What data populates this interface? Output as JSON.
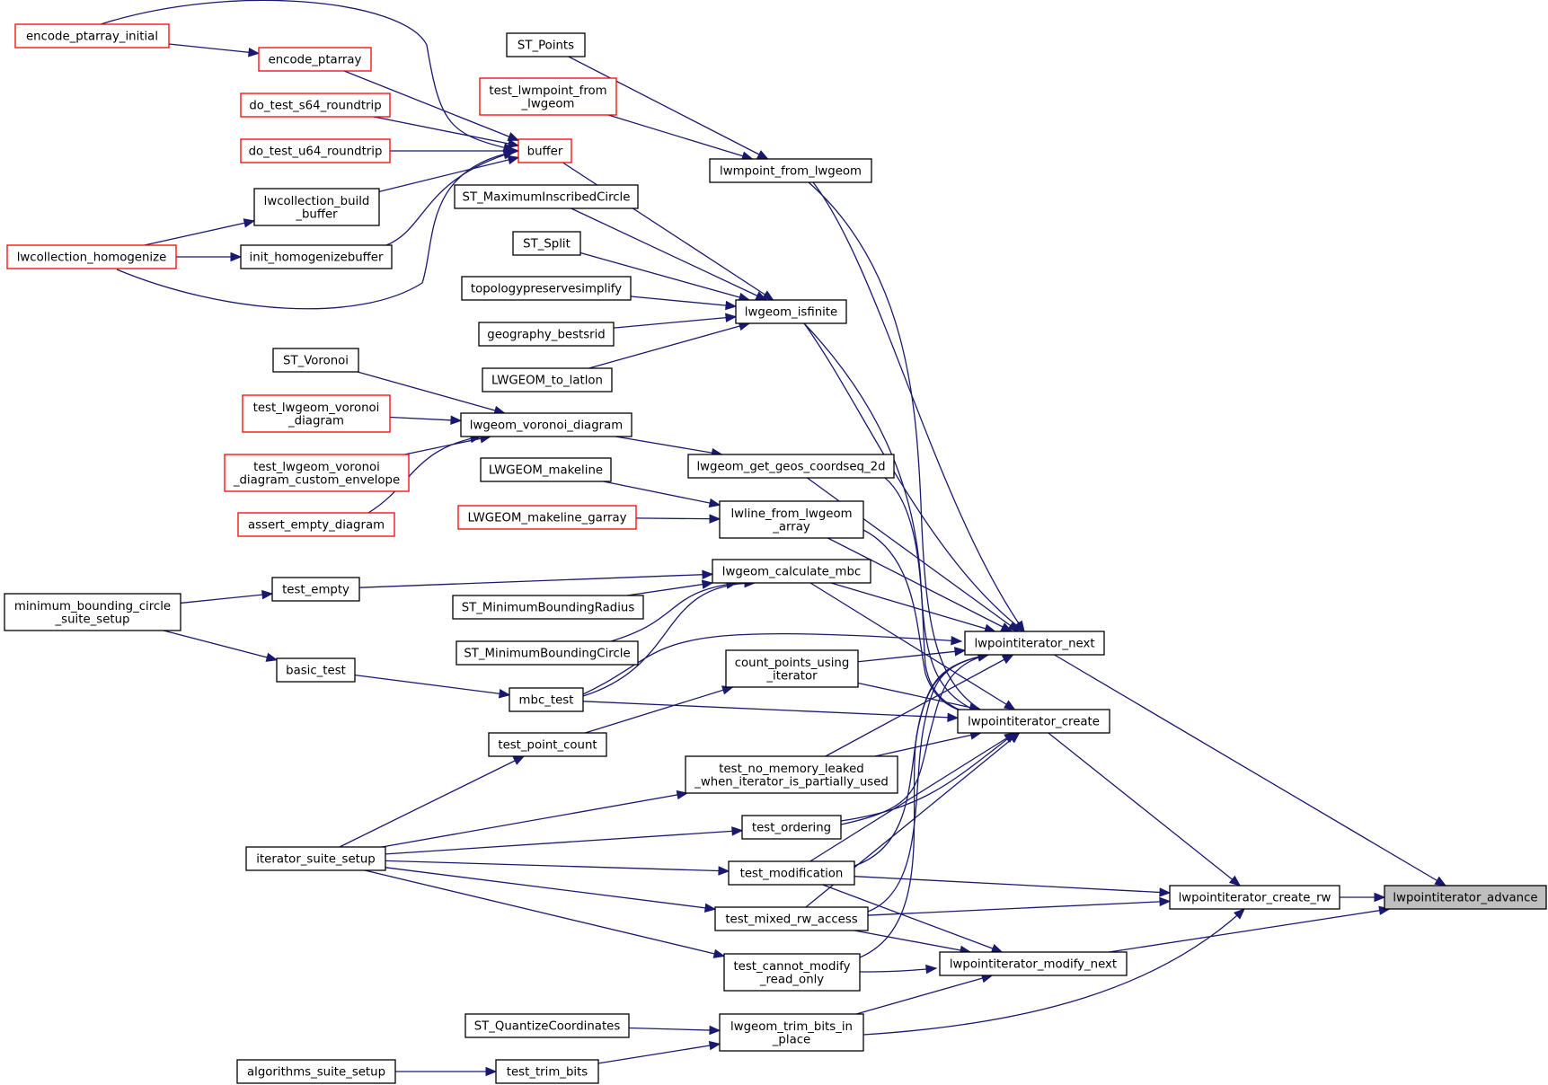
{
  "graph": {
    "nodes": [
      {
        "id": "n_advance",
        "lines": [
          "lwpointiterator_advance"
        ],
        "kind": "root"
      },
      {
        "id": "n_next",
        "lines": [
          "lwpointiterator_next"
        ],
        "kind": "normal"
      },
      {
        "id": "n_create_rw",
        "lines": [
          "lwpointiterator_create_rw"
        ],
        "kind": "normal"
      },
      {
        "id": "n_modify_next",
        "lines": [
          "lwpointiterator_modify_next"
        ],
        "kind": "normal"
      },
      {
        "id": "n_create",
        "lines": [
          "lwpointiterator_create"
        ],
        "kind": "normal"
      },
      {
        "id": "n_lwmpoint",
        "lines": [
          "lwmpoint_from_lwgeom"
        ],
        "kind": "normal"
      },
      {
        "id": "n_isfinite",
        "lines": [
          "lwgeom_isfinite"
        ],
        "kind": "normal"
      },
      {
        "id": "n_geos",
        "lines": [
          "lwgeom_get_geos_coordseq_2d"
        ],
        "kind": "normal"
      },
      {
        "id": "n_lwline",
        "lines": [
          "lwline_from_lwgeom",
          "_array"
        ],
        "kind": "normal"
      },
      {
        "id": "n_mbc",
        "lines": [
          "lwgeom_calculate_mbc"
        ],
        "kind": "normal"
      },
      {
        "id": "n_count",
        "lines": [
          "count_points_using",
          "_iterator"
        ],
        "kind": "normal"
      },
      {
        "id": "n_mbctest",
        "lines": [
          "mbc_test"
        ],
        "kind": "normal"
      },
      {
        "id": "n_nomem",
        "lines": [
          "test_no_memory_leaked",
          "_when_iterator_is_partially_used"
        ],
        "kind": "normal"
      },
      {
        "id": "n_ordering",
        "lines": [
          "test_ordering"
        ],
        "kind": "normal"
      },
      {
        "id": "n_modification",
        "lines": [
          "test_modification"
        ],
        "kind": "normal"
      },
      {
        "id": "n_mixed",
        "lines": [
          "test_mixed_rw_access"
        ],
        "kind": "normal"
      },
      {
        "id": "n_cannot",
        "lines": [
          "test_cannot_modify",
          "_read_only"
        ],
        "kind": "normal"
      },
      {
        "id": "n_trimbits",
        "lines": [
          "lwgeom_trim_bits_in",
          "_place"
        ],
        "kind": "normal"
      },
      {
        "id": "n_stpoints",
        "lines": [
          "ST_Points"
        ],
        "kind": "normal"
      },
      {
        "id": "n_testmpoint",
        "lines": [
          "test_lwmpoint_from",
          "_lwgeom"
        ],
        "kind": "red"
      },
      {
        "id": "n_buffer",
        "lines": [
          "buffer"
        ],
        "kind": "red"
      },
      {
        "id": "n_encinit",
        "lines": [
          "encode_ptarray_initial"
        ],
        "kind": "red"
      },
      {
        "id": "n_enc",
        "lines": [
          "encode_ptarray"
        ],
        "kind": "red"
      },
      {
        "id": "n_s64",
        "lines": [
          "do_test_s64_roundtrip"
        ],
        "kind": "red"
      },
      {
        "id": "n_u64",
        "lines": [
          "do_test_u64_roundtrip"
        ],
        "kind": "red"
      },
      {
        "id": "n_collbuild",
        "lines": [
          "lwcollection_build",
          "_buffer"
        ],
        "kind": "normal"
      },
      {
        "id": "n_inithomog",
        "lines": [
          "init_homogenizebuffer"
        ],
        "kind": "normal"
      },
      {
        "id": "n_homog",
        "lines": [
          "lwcollection_homogenize"
        ],
        "kind": "red"
      },
      {
        "id": "n_stmic",
        "lines": [
          "ST_MaximumInscribedCircle"
        ],
        "kind": "normal"
      },
      {
        "id": "n_stsplit",
        "lines": [
          "ST_Split"
        ],
        "kind": "normal"
      },
      {
        "id": "n_topo",
        "lines": [
          "topologypreservesimplify"
        ],
        "kind": "normal"
      },
      {
        "id": "n_bestsrid",
        "lines": [
          "geography_bestsrid"
        ],
        "kind": "normal"
      },
      {
        "id": "n_latlon",
        "lines": [
          "LWGEOM_to_latlon"
        ],
        "kind": "normal"
      },
      {
        "id": "n_stvoronoi",
        "lines": [
          "ST_Voronoi"
        ],
        "kind": "normal"
      },
      {
        "id": "n_voronoi",
        "lines": [
          "lwgeom_voronoi_diagram"
        ],
        "kind": "normal"
      },
      {
        "id": "n_testvor",
        "lines": [
          "test_lwgeom_voronoi",
          "_diagram"
        ],
        "kind": "red"
      },
      {
        "id": "n_testvorenv",
        "lines": [
          "test_lwgeom_voronoi",
          "_diagram_custom_envelope"
        ],
        "kind": "red"
      },
      {
        "id": "n_assertempty",
        "lines": [
          "assert_empty_diagram"
        ],
        "kind": "red"
      },
      {
        "id": "n_makeline",
        "lines": [
          "LWGEOM_makeline"
        ],
        "kind": "normal"
      },
      {
        "id": "n_makelinegarray",
        "lines": [
          "LWGEOM_makeline_garray"
        ],
        "kind": "red"
      },
      {
        "id": "n_testempty",
        "lines": [
          "test_empty"
        ],
        "kind": "normal"
      },
      {
        "id": "n_stmbr",
        "lines": [
          "ST_MinimumBoundingRadius"
        ],
        "kind": "normal"
      },
      {
        "id": "n_stmbc",
        "lines": [
          "ST_MinimumBoundingCircle"
        ],
        "kind": "normal"
      },
      {
        "id": "n_mbcsuite",
        "lines": [
          "minimum_bounding_circle",
          "_suite_setup"
        ],
        "kind": "normal"
      },
      {
        "id": "n_basictest",
        "lines": [
          "basic_test"
        ],
        "kind": "normal"
      },
      {
        "id": "n_pointcount",
        "lines": [
          "test_point_count"
        ],
        "kind": "normal"
      },
      {
        "id": "n_itersuite",
        "lines": [
          "iterator_suite_setup"
        ],
        "kind": "normal"
      },
      {
        "id": "n_stquant",
        "lines": [
          "ST_QuantizeCoordinates"
        ],
        "kind": "normal"
      },
      {
        "id": "n_testtrim",
        "lines": [
          "test_trim_bits"
        ],
        "kind": "normal"
      },
      {
        "id": "n_algsuite",
        "lines": [
          "algorithms_suite_setup"
        ],
        "kind": "normal"
      }
    ],
    "edges": [
      {
        "from": "n_next",
        "to": "n_advance"
      },
      {
        "from": "n_create_rw",
        "to": "n_advance"
      },
      {
        "from": "n_modify_next",
        "to": "n_advance"
      },
      {
        "from": "n_create",
        "to": "n_create_rw"
      },
      {
        "from": "n_modification",
        "to": "n_create_rw"
      },
      {
        "from": "n_mixed",
        "to": "n_create_rw"
      },
      {
        "from": "n_trimbits",
        "to": "n_create_rw"
      },
      {
        "from": "n_modification",
        "to": "n_modify_next"
      },
      {
        "from": "n_mixed",
        "to": "n_modify_next"
      },
      {
        "from": "n_cannot",
        "to": "n_modify_next"
      },
      {
        "from": "n_trimbits",
        "to": "n_modify_next"
      },
      {
        "from": "n_lwmpoint",
        "to": "n_next"
      },
      {
        "from": "n_isfinite",
        "to": "n_next"
      },
      {
        "from": "n_geos",
        "to": "n_next"
      },
      {
        "from": "n_lwline",
        "to": "n_next"
      },
      {
        "from": "n_mbc",
        "to": "n_next"
      },
      {
        "from": "n_count",
        "to": "n_next"
      },
      {
        "from": "n_mbctest",
        "to": "n_next"
      },
      {
        "from": "n_nomem",
        "to": "n_next"
      },
      {
        "from": "n_ordering",
        "to": "n_next"
      },
      {
        "from": "n_modification",
        "to": "n_next"
      },
      {
        "from": "n_mixed",
        "to": "n_next"
      },
      {
        "from": "n_cannot",
        "to": "n_next"
      },
      {
        "from": "n_lwmpoint",
        "to": "n_create"
      },
      {
        "from": "n_isfinite",
        "to": "n_create"
      },
      {
        "from": "n_geos",
        "to": "n_create"
      },
      {
        "from": "n_lwline",
        "to": "n_create"
      },
      {
        "from": "n_mbc",
        "to": "n_create"
      },
      {
        "from": "n_count",
        "to": "n_create"
      },
      {
        "from": "n_mbctest",
        "to": "n_create"
      },
      {
        "from": "n_nomem",
        "to": "n_create"
      },
      {
        "from": "n_ordering",
        "to": "n_create"
      },
      {
        "from": "n_modification",
        "to": "n_create"
      },
      {
        "from": "n_mixed",
        "to": "n_create"
      },
      {
        "from": "n_stpoints",
        "to": "n_lwmpoint"
      },
      {
        "from": "n_testmpoint",
        "to": "n_lwmpoint"
      },
      {
        "from": "n_buffer",
        "to": "n_isfinite"
      },
      {
        "from": "n_stmic",
        "to": "n_isfinite"
      },
      {
        "from": "n_stsplit",
        "to": "n_isfinite"
      },
      {
        "from": "n_topo",
        "to": "n_isfinite"
      },
      {
        "from": "n_bestsrid",
        "to": "n_isfinite"
      },
      {
        "from": "n_latlon",
        "to": "n_isfinite"
      },
      {
        "from": "n_encinit",
        "to": "n_enc"
      },
      {
        "from": "n_encinit",
        "to": "n_buffer"
      },
      {
        "from": "n_enc",
        "to": "n_buffer"
      },
      {
        "from": "n_s64",
        "to": "n_buffer"
      },
      {
        "from": "n_u64",
        "to": "n_buffer"
      },
      {
        "from": "n_collbuild",
        "to": "n_buffer"
      },
      {
        "from": "n_inithomog",
        "to": "n_buffer"
      },
      {
        "from": "n_homog",
        "to": "n_buffer"
      },
      {
        "from": "n_homog",
        "to": "n_collbuild"
      },
      {
        "from": "n_homog",
        "to": "n_inithomog"
      },
      {
        "from": "n_voronoi",
        "to": "n_geos"
      },
      {
        "from": "n_stvoronoi",
        "to": "n_voronoi"
      },
      {
        "from": "n_testvor",
        "to": "n_voronoi"
      },
      {
        "from": "n_testvorenv",
        "to": "n_voronoi"
      },
      {
        "from": "n_assertempty",
        "to": "n_voronoi"
      },
      {
        "from": "n_makeline",
        "to": "n_lwline"
      },
      {
        "from": "n_makelinegarray",
        "to": "n_lwline"
      },
      {
        "from": "n_testempty",
        "to": "n_mbc"
      },
      {
        "from": "n_stmbr",
        "to": "n_mbc"
      },
      {
        "from": "n_stmbc",
        "to": "n_mbc"
      },
      {
        "from": "n_mbctest",
        "to": "n_mbc"
      },
      {
        "from": "n_mbcsuite",
        "to": "n_testempty"
      },
      {
        "from": "n_mbcsuite",
        "to": "n_basictest"
      },
      {
        "from": "n_basictest",
        "to": "n_mbctest"
      },
      {
        "from": "n_pointcount",
        "to": "n_count"
      },
      {
        "from": "n_itersuite",
        "to": "n_pointcount"
      },
      {
        "from": "n_itersuite",
        "to": "n_nomem"
      },
      {
        "from": "n_itersuite",
        "to": "n_ordering"
      },
      {
        "from": "n_itersuite",
        "to": "n_modification"
      },
      {
        "from": "n_itersuite",
        "to": "n_mixed"
      },
      {
        "from": "n_itersuite",
        "to": "n_cannot"
      },
      {
        "from": "n_stquant",
        "to": "n_trimbits"
      },
      {
        "from": "n_testtrim",
        "to": "n_trimbits"
      },
      {
        "from": "n_algsuite",
        "to": "n_testtrim"
      }
    ]
  }
}
